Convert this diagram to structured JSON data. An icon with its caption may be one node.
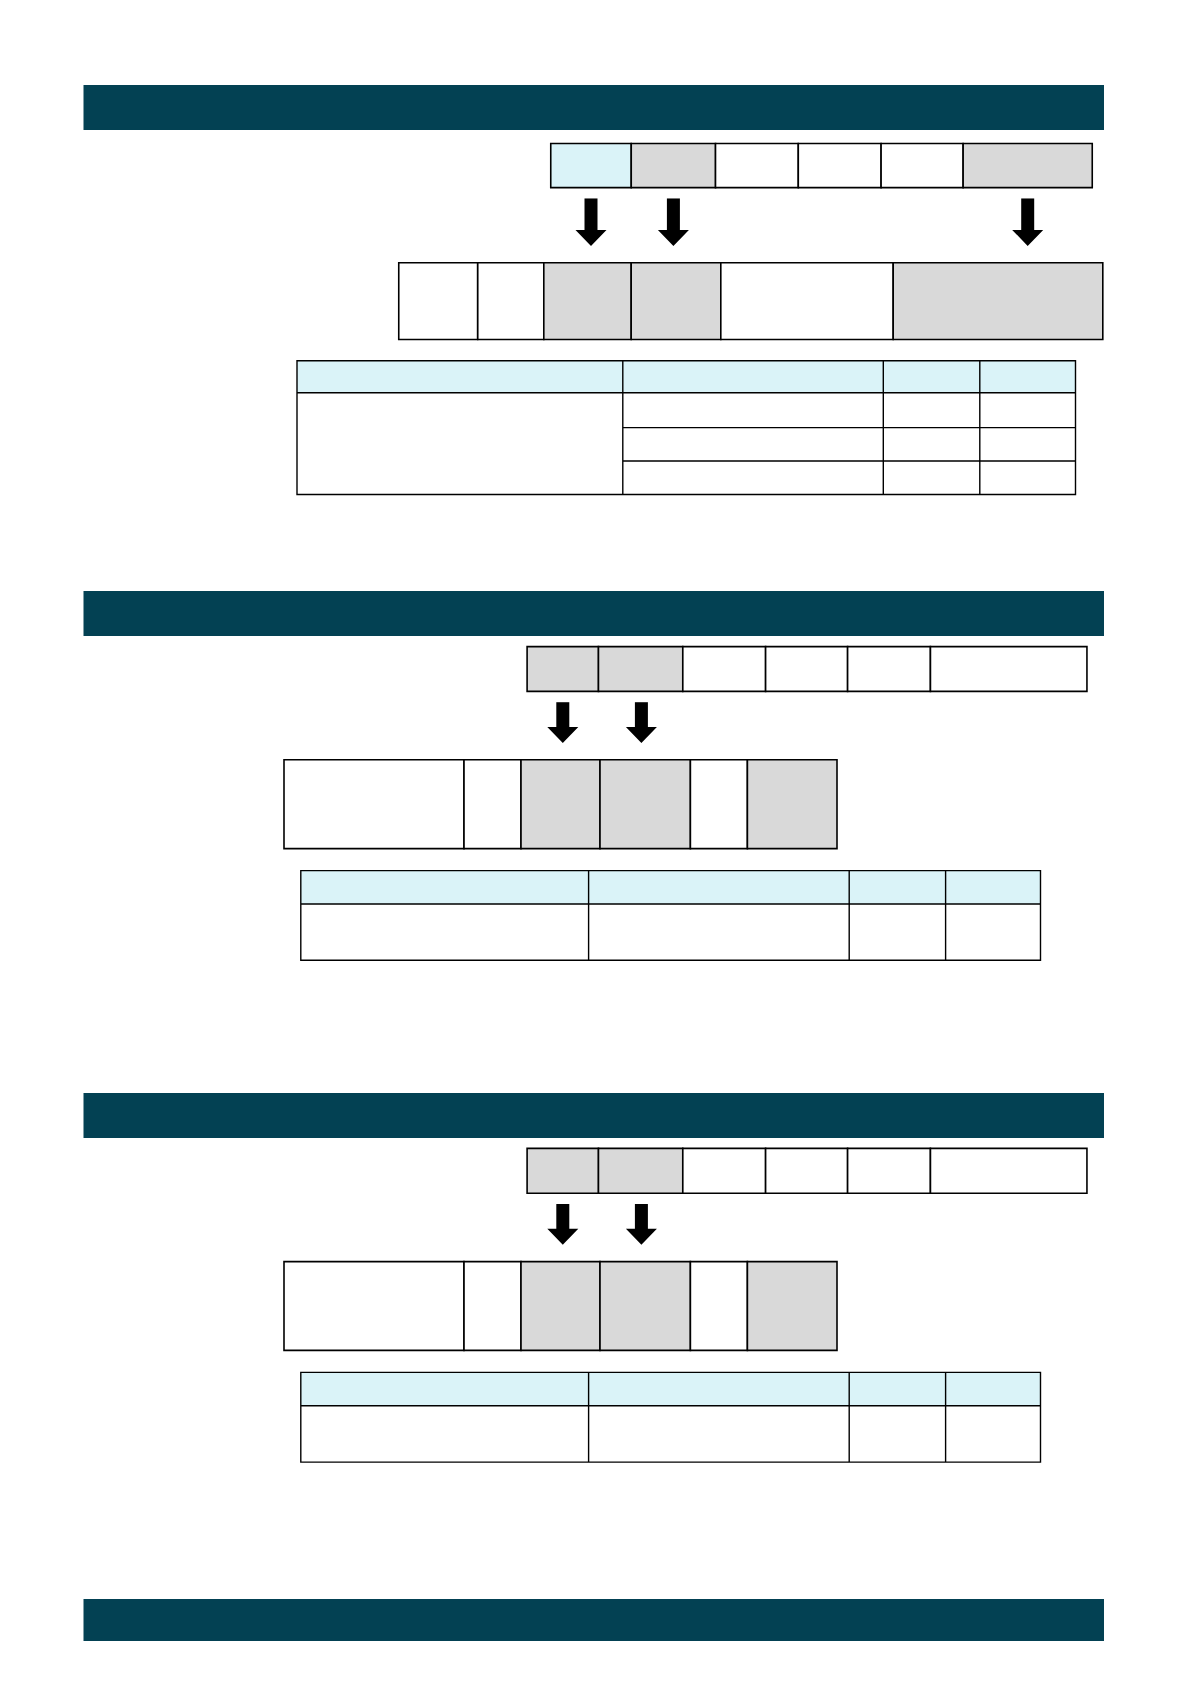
{
  "diagram": {
    "nodes": [
      {
        "text": [],
        "shape": "box"
      },
      {
        "text": [],
        "shape": "box"
      },
      {
        "text": [],
        "shape": "box"
      },
      {
        "text": [],
        "shape": "box"
      },
      {
        "text": [],
        "shape": "box"
      },
      {
        "text": [],
        "shape": "box"
      },
      {
        "text": [],
        "shape": "box"
      },
      {
        "text": [],
        "shape": "box"
      },
      {
        "text": [],
        "shape": "box"
      },
      {
        "text": [],
        "shape": "box"
      },
      {
        "text": [],
        "shape": "box"
      },
      {
        "text": [],
        "shape": "box"
      },
      {
        "text": [],
        "shape": "box"
      },
      {
        "text": [],
        "shape": "box"
      },
      {
        "text": [],
        "shape": "box"
      },
      {
        "text": [],
        "shape": "box"
      },
      {
        "text": [],
        "shape": "box"
      },
      {
        "text": [],
        "shape": "box"
      },
      {
        "text": [],
        "shape": "box"
      },
      {
        "text": [],
        "shape": "box"
      },
      {
        "text": [],
        "shape": "box"
      },
      {
        "text": [],
        "shape": "box"
      },
      {
        "text": [],
        "shape": "box"
      },
      {
        "text": [],
        "shape": "box"
      },
      {
        "text": [],
        "shape": "box"
      },
      {
        "text": [],
        "shape": "box"
      },
      {
        "text": [],
        "shape": "box"
      },
      {
        "text": [],
        "shape": "box"
      },
      {
        "text": [],
        "shape": "box"
      },
      {
        "text": [],
        "shape": "box"
      },
      {
        "text": [],
        "shape": "box"
      },
      {
        "text": [],
        "shape": "box"
      },
      {
        "text": [],
        "shape": "box"
      },
      {
        "text": [],
        "shape": "box"
      },
      {
        "text": [],
        "shape": "box"
      },
      {
        "text": [],
        "shape": "box"
      }
    ],
    "edges": [
      {
        "from": 0,
        "to": 8,
        "arrow": "to"
      },
      {
        "from": 1,
        "to": 9,
        "arrow": "to"
      },
      {
        "from": 5,
        "to": 11,
        "arrow": "to"
      },
      {
        "from": 12,
        "to": 20,
        "arrow": "to"
      },
      {
        "from": 13,
        "to": 21,
        "arrow": "to"
      },
      {
        "from": 24,
        "to": 32,
        "arrow": "to"
      },
      {
        "from": 25,
        "to": 33,
        "arrow": "to"
      }
    ]
  }
}
